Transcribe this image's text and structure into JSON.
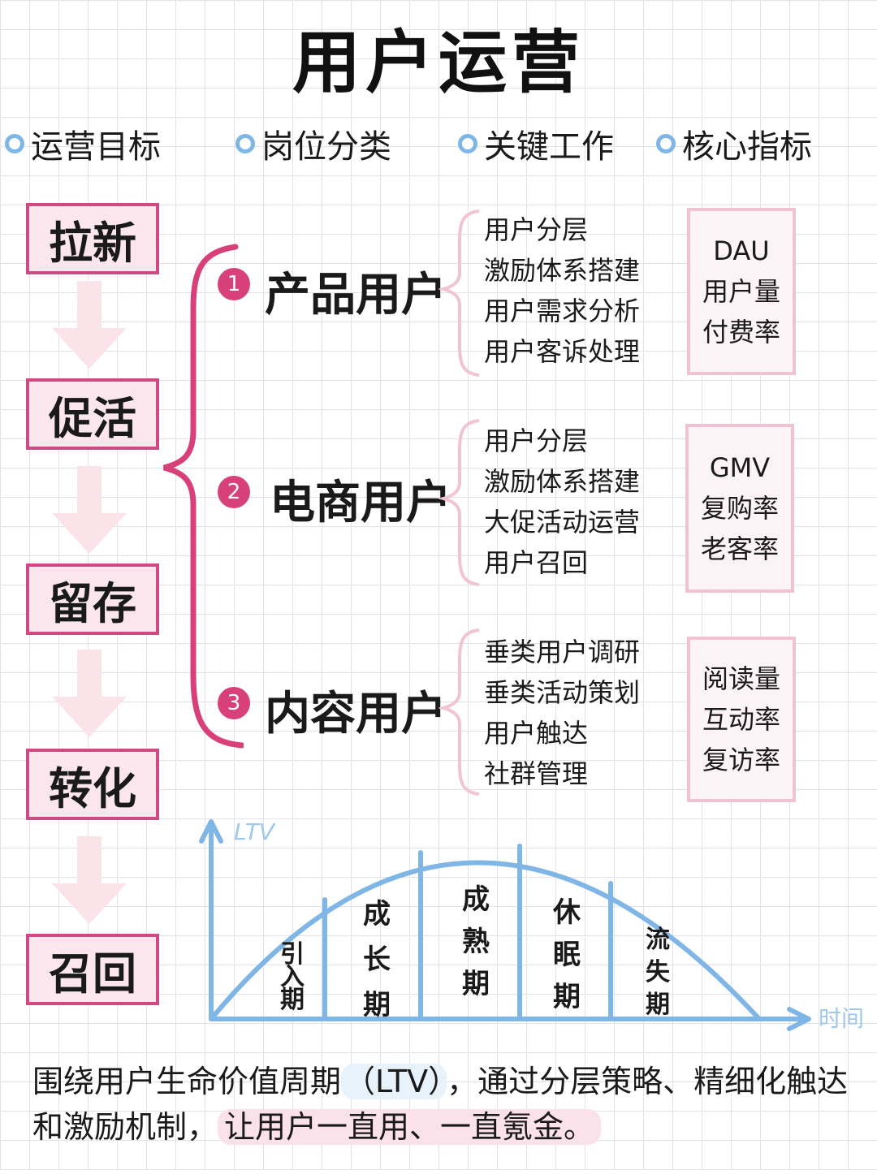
{
  "title": "用户运营",
  "headers": [
    "运营目标",
    "岗位分类",
    "关键工作",
    "核心指标"
  ],
  "stages": [
    "拉新",
    "促活",
    "留存",
    "转化",
    "召回"
  ],
  "categories": [
    {
      "num": "1",
      "name": "产品用户",
      "tasks": [
        "用户分层",
        "激励体系搭建",
        "用户需求分析",
        "用户客诉处理"
      ],
      "metrics": [
        "DAU",
        "用户量",
        "付费率"
      ]
    },
    {
      "num": "2",
      "name": "电商用户",
      "tasks": [
        "用户分层",
        "激励体系搭建",
        "大促活动运营",
        "用户召回"
      ],
      "metrics": [
        "GMV",
        "复购率",
        "老客率"
      ]
    },
    {
      "num": "3",
      "name": "内容用户",
      "tasks": [
        "垂类用户调研",
        "垂类活动策划",
        "用户触达",
        "社群管理"
      ],
      "metrics": [
        "阅读量",
        "互动率",
        "复访率"
      ]
    }
  ],
  "chart": {
    "y_label": "LTV",
    "x_label": "时间",
    "phases": [
      [
        "引",
        "入",
        "期"
      ],
      [
        "成",
        "长",
        "期"
      ],
      [
        "成",
        "熟",
        "期"
      ],
      [
        "休",
        "眠",
        "期"
      ],
      [
        "流",
        "失",
        "期"
      ]
    ]
  },
  "footer": {
    "part1": "围绕用户生命价值周期",
    "part2": "（LTV）",
    "part3": "，通过分层策略、精细化触达和激励机制，",
    "part4": "让用户一直用、一直氪金。"
  },
  "colors": {
    "accent": "#d8407a",
    "stage_border": "#d04884",
    "metric_border": "#efc3d2",
    "chart_line": "#7fb6e6",
    "arrow": "#fbe3ea"
  }
}
